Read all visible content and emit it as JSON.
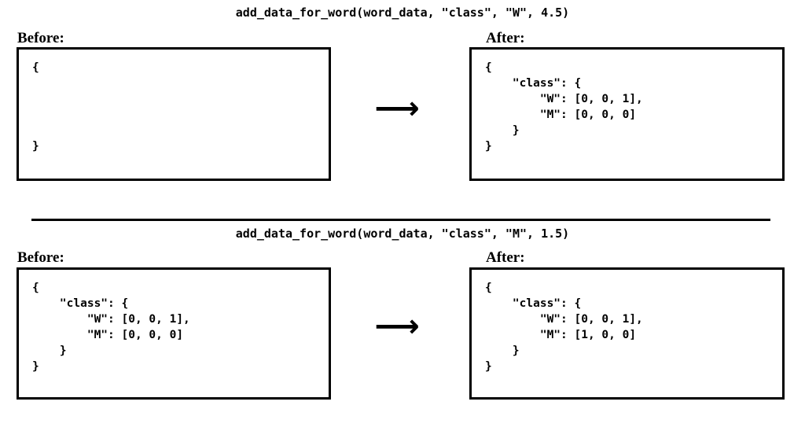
{
  "page": {
    "title": "add_data_for_word diagram",
    "background": "#ffffff",
    "ink": "#000000"
  },
  "labels": {
    "before": "Before:",
    "after": "After:",
    "arrow_glyph": "⟶"
  },
  "sections": [
    {
      "signature": "add_data_for_word(word_data, \"class\", \"W\", 4.5)",
      "has_divider": false,
      "before_code": "{\n\n\n\n\n}",
      "after_code": "{\n    \"class\": {\n        \"W\": [0, 0, 1],\n        \"M\": [0, 0, 0]\n    }\n}"
    },
    {
      "signature": "add_data_for_word(word_data, \"class\", \"M\", 1.5)",
      "has_divider": true,
      "before_code": "{\n    \"class\": {\n        \"W\": [0, 0, 1],\n        \"M\": [0, 0, 0]\n    }\n}",
      "after_code": "{\n    \"class\": {\n        \"W\": [0, 0, 1],\n        \"M\": [1, 0, 0]\n    }\n}"
    }
  ]
}
